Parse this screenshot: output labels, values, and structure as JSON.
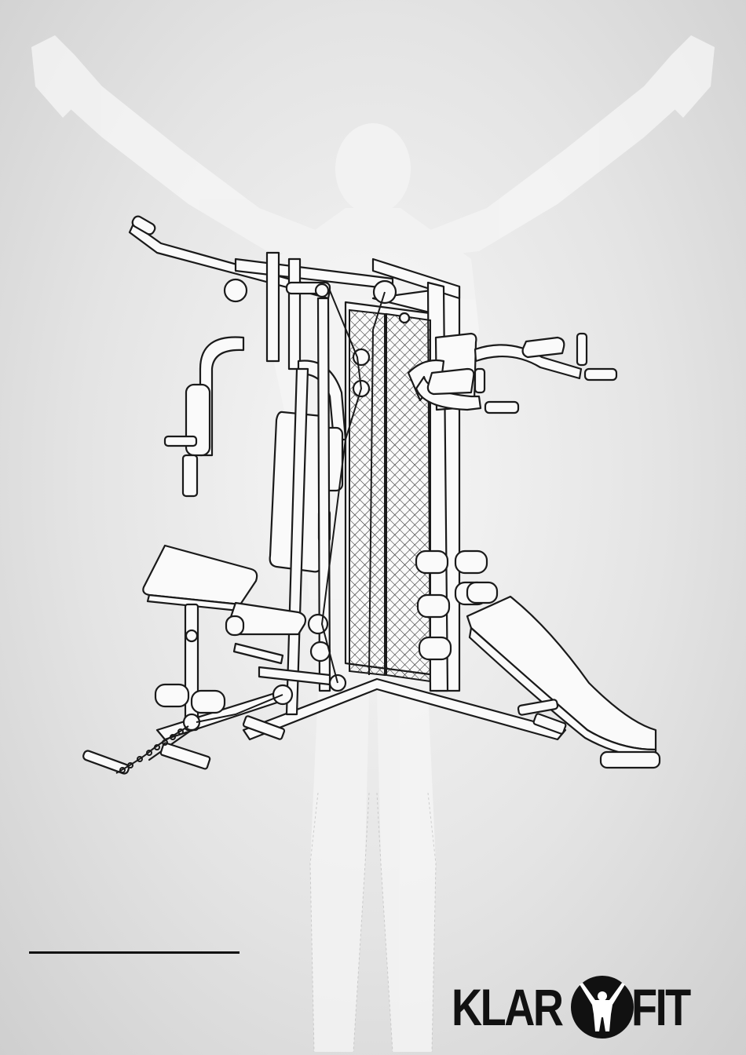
{
  "brand": {
    "left": "KLAR",
    "right": "FIT"
  },
  "colors": {
    "background": "#e6e6e6",
    "silhouette": "#f2f2f2",
    "line_art": "#1a1a1a",
    "logo": "#111111"
  },
  "icons": [
    "athlete-silhouette",
    "home-gym-illustration",
    "athlete-emblem-icon"
  ]
}
